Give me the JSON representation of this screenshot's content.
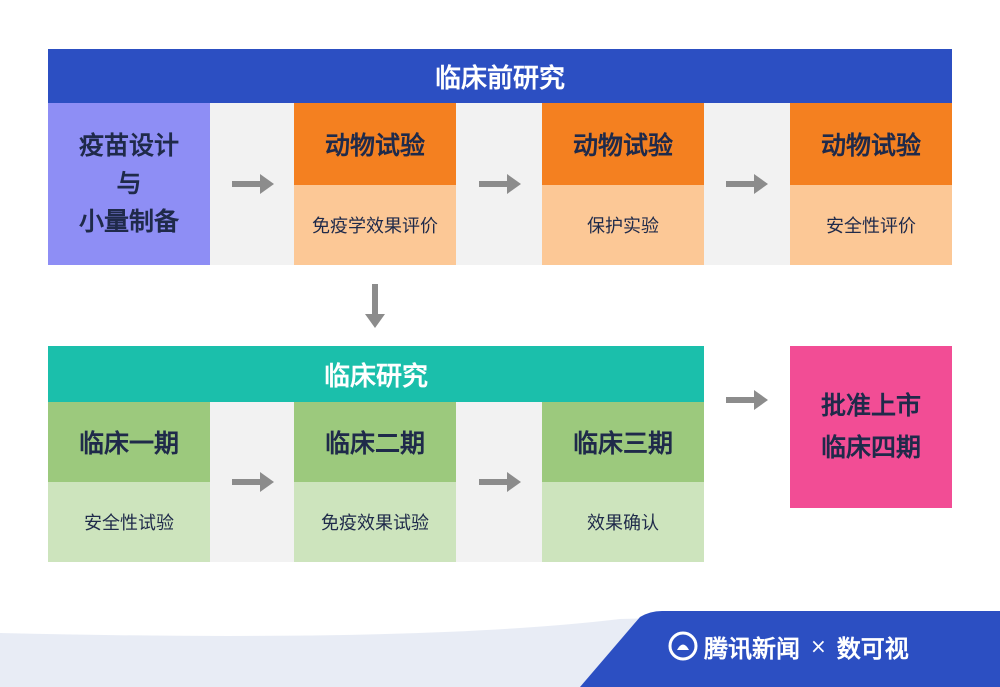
{
  "preclinical": {
    "header": "临床前研究",
    "vaccine_design": [
      "疫苗设计",
      "与",
      "小量制备"
    ],
    "stages": [
      {
        "title": "动物试验",
        "sub": "免疫学效果评价"
      },
      {
        "title": "动物试验",
        "sub": "保护实验"
      },
      {
        "title": "动物试验",
        "sub": "安全性评价"
      }
    ]
  },
  "clinical": {
    "header": "临床研究",
    "stages": [
      {
        "title": "临床一期",
        "sub": "安全性试验"
      },
      {
        "title": "临床二期",
        "sub": "免疫效果试验"
      },
      {
        "title": "临床三期",
        "sub": "效果确认"
      }
    ]
  },
  "approval": [
    "批准上市",
    "临床四期"
  ],
  "footer": {
    "brand": "腾讯新闻",
    "separator": "×",
    "partner": "数可视"
  },
  "colors": {
    "preclinical_header": "#2c4fc2",
    "vaccine_design": "#8e8ef5",
    "animal_title": "#f48020",
    "animal_sub": "#fcc896",
    "clinical_header": "#1bbfab",
    "clinical_title": "#9cc97d",
    "clinical_sub": "#cde4bd",
    "approval": "#f24d95",
    "arrow": "#8c8c8c"
  }
}
